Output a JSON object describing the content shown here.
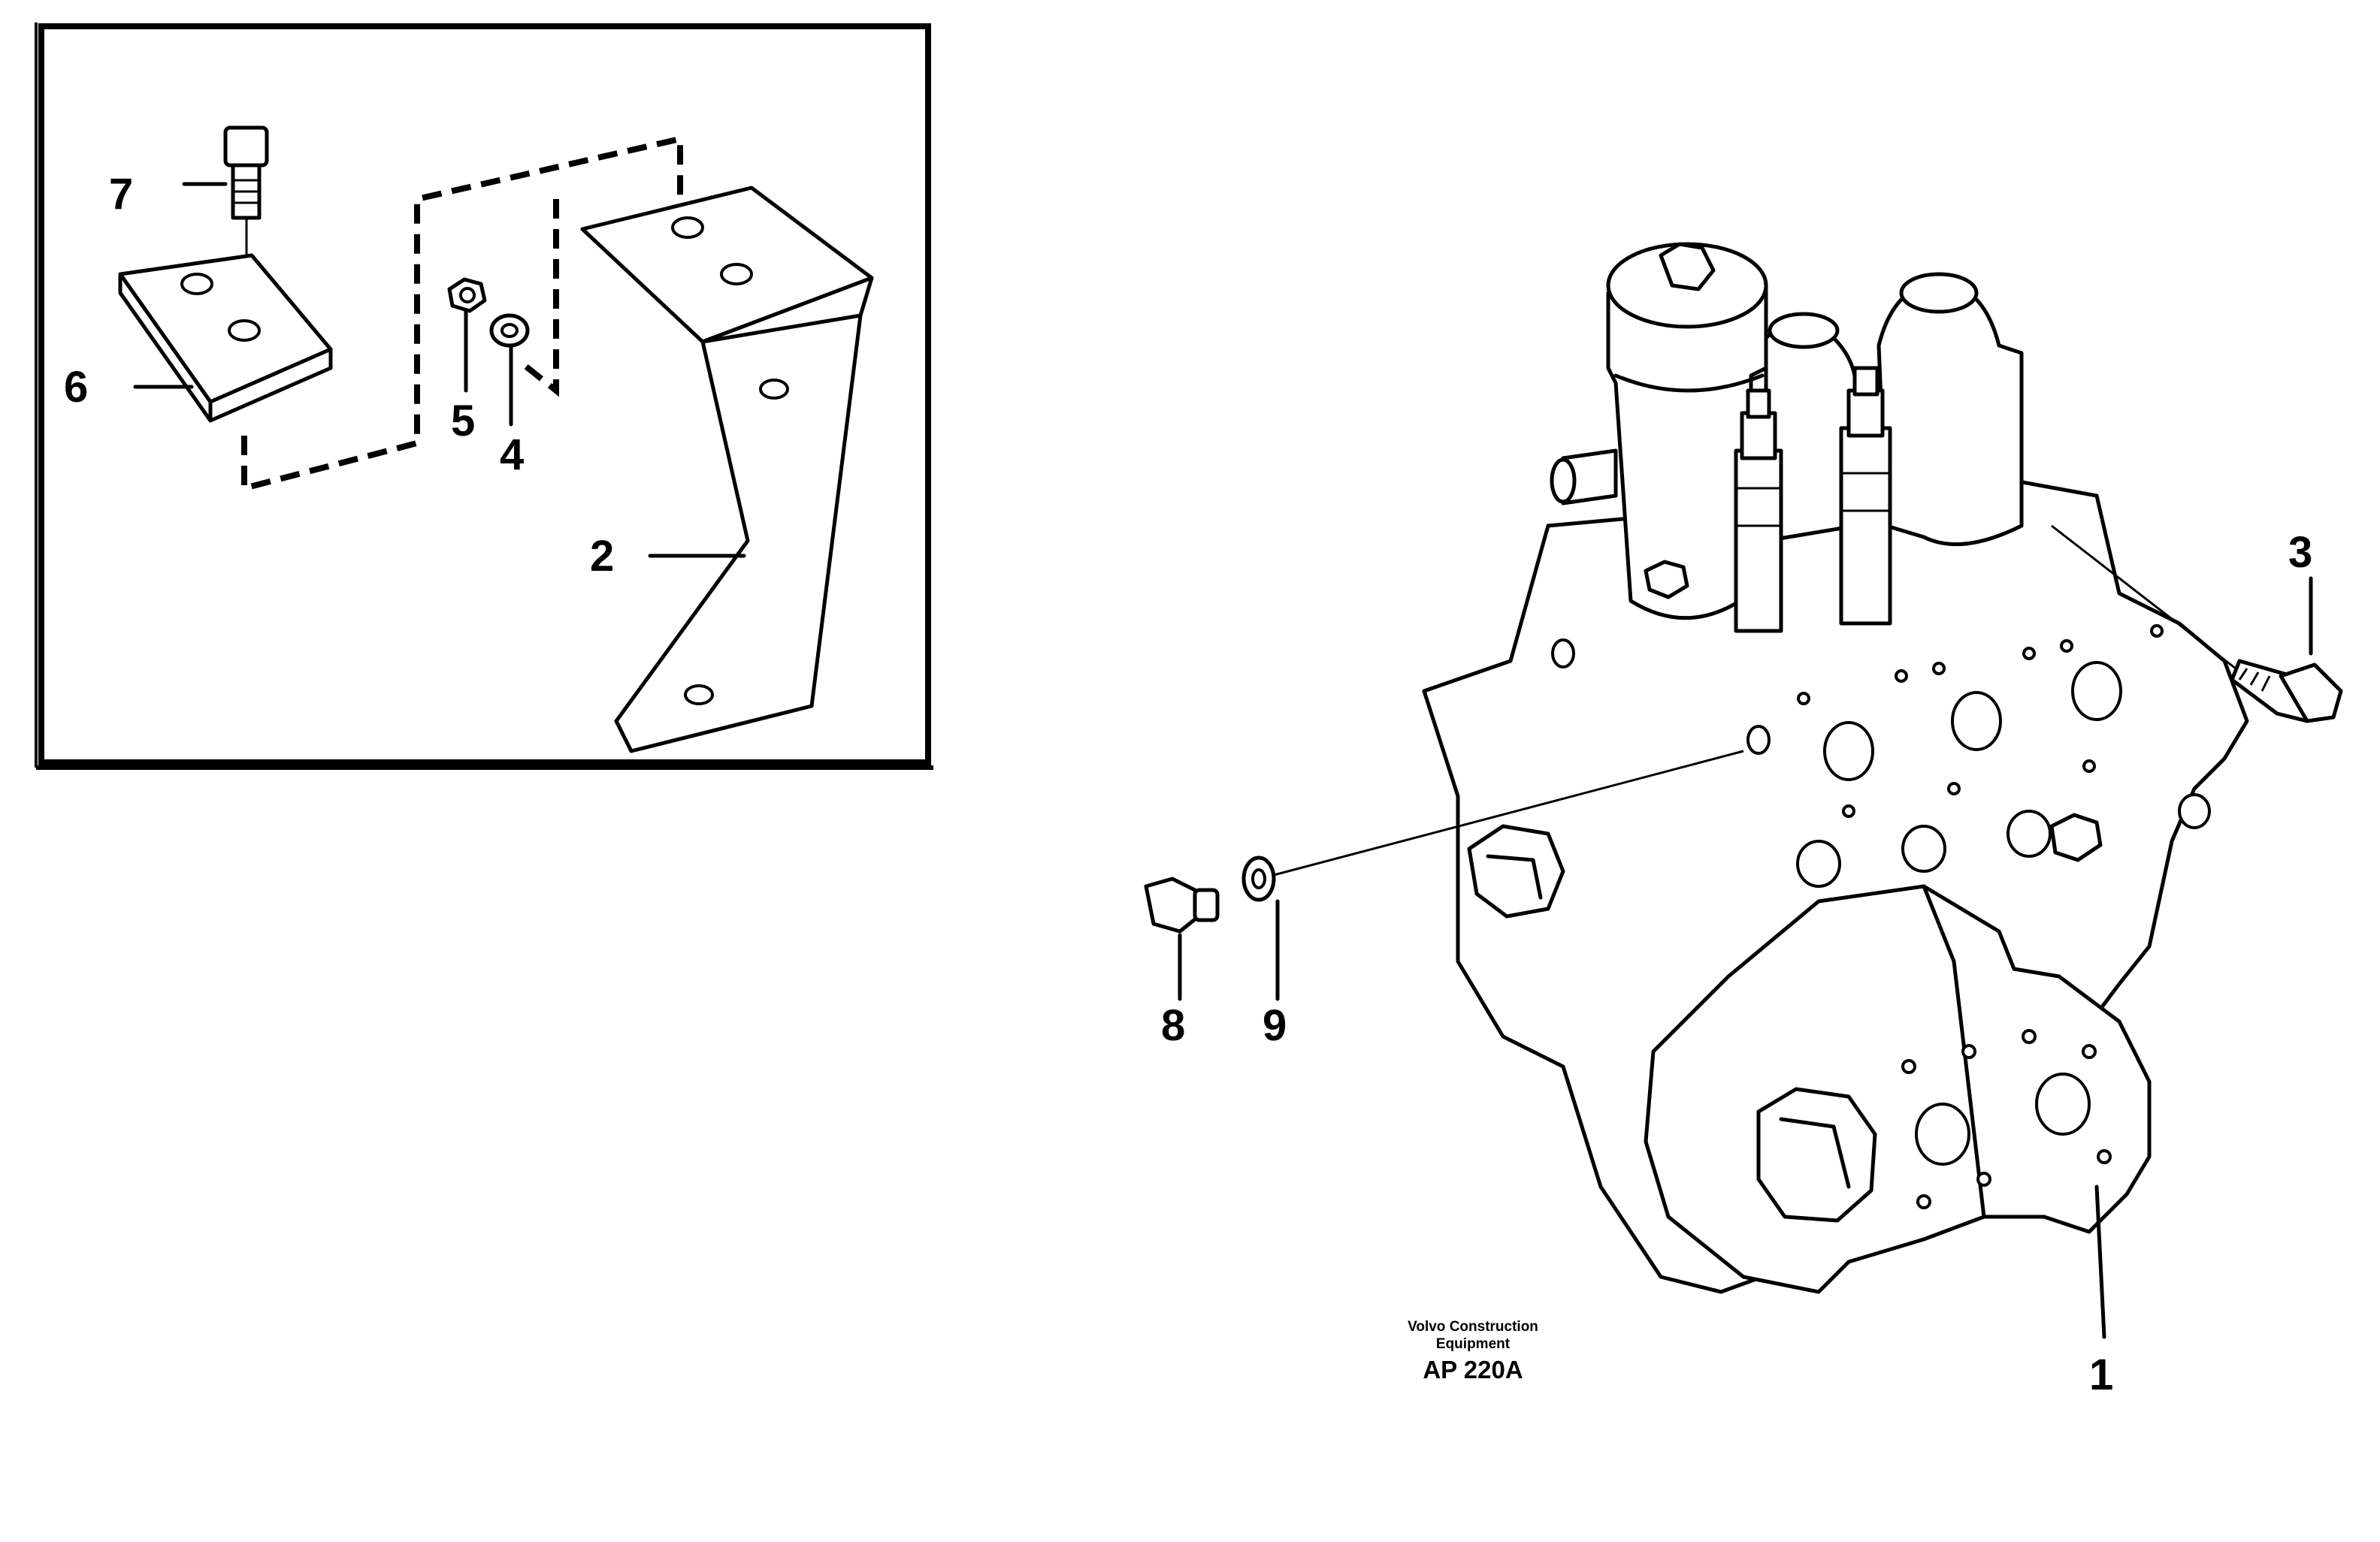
{
  "inset": {
    "callouts": {
      "c7": "7",
      "c6": "6",
      "c5": "5",
      "c4": "4",
      "c2": "2"
    }
  },
  "main": {
    "callouts": {
      "c3": "3",
      "c8": "8",
      "c9": "9",
      "c1": "1"
    }
  },
  "caption": {
    "line1": "Volvo Construction",
    "line2": "Equipment",
    "code": "AP 220A"
  }
}
